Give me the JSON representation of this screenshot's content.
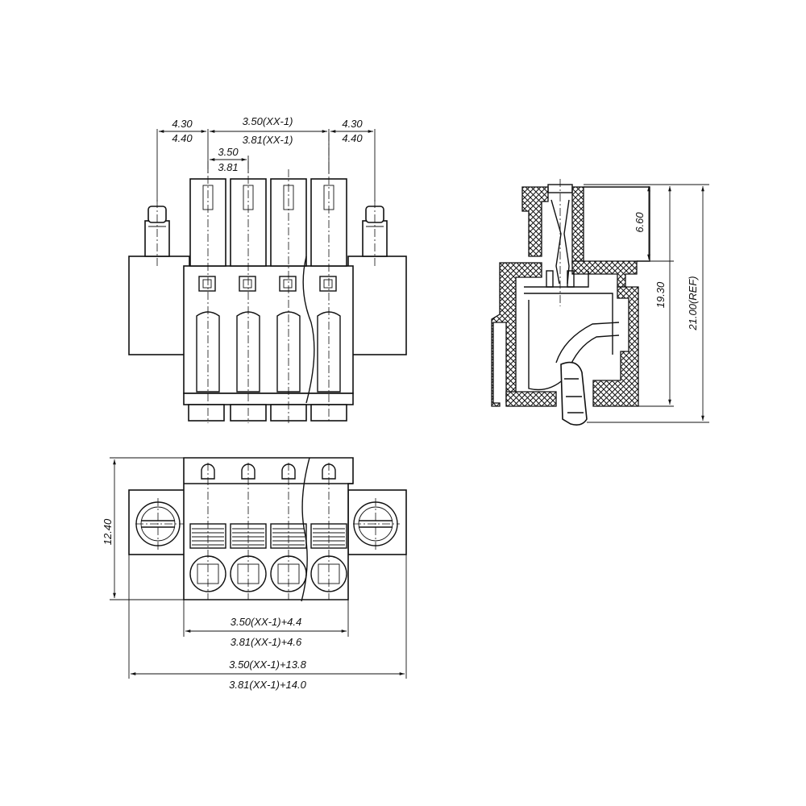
{
  "front_view": {
    "dim_left_top": "4.30",
    "dim_left_bottom": "4.40",
    "dim_center_top": "3.50(XX-1)",
    "dim_center_bottom": "3.81(XX-1)",
    "dim_pitch_top": "3.50",
    "dim_pitch_bottom": "3.81",
    "dim_right_top": "4.30",
    "dim_right_bottom": "4.40"
  },
  "side_view": {
    "dim_a": "6.60",
    "dim_b": "19.30",
    "dim_c": "21.00(REF)"
  },
  "top_view": {
    "dim_height": "12.40",
    "dim_1": "3.50(XX-1)+4.4",
    "dim_2": "3.81(XX-1)+4.6",
    "dim_3": "3.50(XX-1)+13.8",
    "dim_4": "3.81(XX-1)+14.0"
  }
}
